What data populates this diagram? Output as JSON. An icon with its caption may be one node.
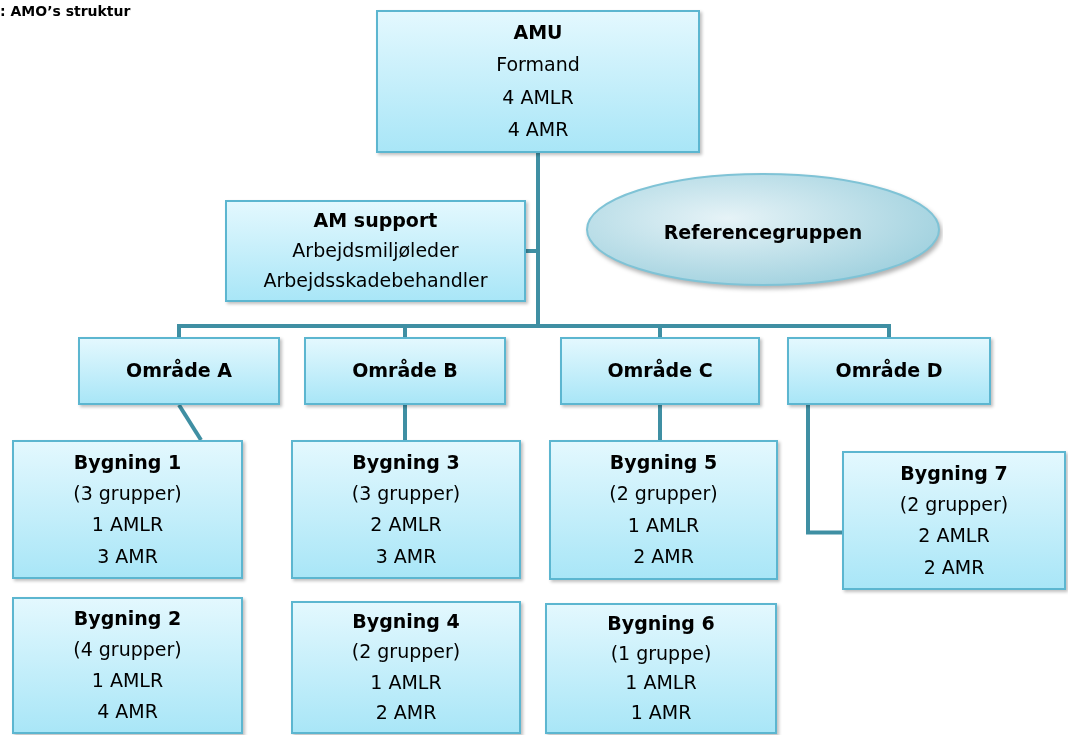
{
  "diagram": {
    "title": ": AMO’s struktur",
    "nodes": [
      {
        "text": [
          "AMU",
          "Formand",
          "4 AMLR",
          "4 AMR"
        ]
      },
      {
        "text": [
          "AM support",
          "Arbejdsmiljøleder",
          "Arbejdsskadebehandler"
        ]
      },
      {
        "text": [
          "Referencegruppen"
        ]
      },
      {
        "text": [
          "Område A"
        ]
      },
      {
        "text": [
          "Område B"
        ]
      },
      {
        "text": [
          "Område C"
        ]
      },
      {
        "text": [
          "Område D"
        ]
      },
      {
        "text": [
          "Bygning 1",
          "(3 grupper)",
          "1 AMLR",
          "3 AMR"
        ]
      },
      {
        "text": [
          "Bygning 2",
          "(4 grupper)",
          "1 AMLR",
          "4 AMR"
        ]
      },
      {
        "text": [
          "Bygning 3",
          "(3 grupper)",
          "2 AMLR",
          "3 AMR"
        ]
      },
      {
        "text": [
          "Bygning 4",
          "(2 grupper)",
          "1 AMLR",
          "2 AMR"
        ]
      },
      {
        "text": [
          "Bygning 5",
          "(2 grupper)",
          "1 AMLR",
          "2 AMR"
        ]
      },
      {
        "text": [
          "Bygning 6",
          "(1 gruppe)",
          "1 AMLR",
          "1 AMR"
        ]
      },
      {
        "text": [
          "Bygning 7",
          "(2 grupper)",
          "2 AMLR",
          "2 AMR"
        ]
      }
    ],
    "edges": [
      {
        "from": 0,
        "to": 1,
        "arrow": "none"
      },
      {
        "from": 0,
        "to": 3,
        "arrow": "none"
      },
      {
        "from": 0,
        "to": 4,
        "arrow": "none"
      },
      {
        "from": 0,
        "to": 5,
        "arrow": "none"
      },
      {
        "from": 0,
        "to": 6,
        "arrow": "none"
      },
      {
        "from": 3,
        "to": 7,
        "arrow": "none"
      },
      {
        "from": 4,
        "to": 9,
        "arrow": "none"
      },
      {
        "from": 5,
        "to": 11,
        "arrow": "none"
      },
      {
        "from": 6,
        "to": 13,
        "arrow": "none"
      }
    ]
  }
}
